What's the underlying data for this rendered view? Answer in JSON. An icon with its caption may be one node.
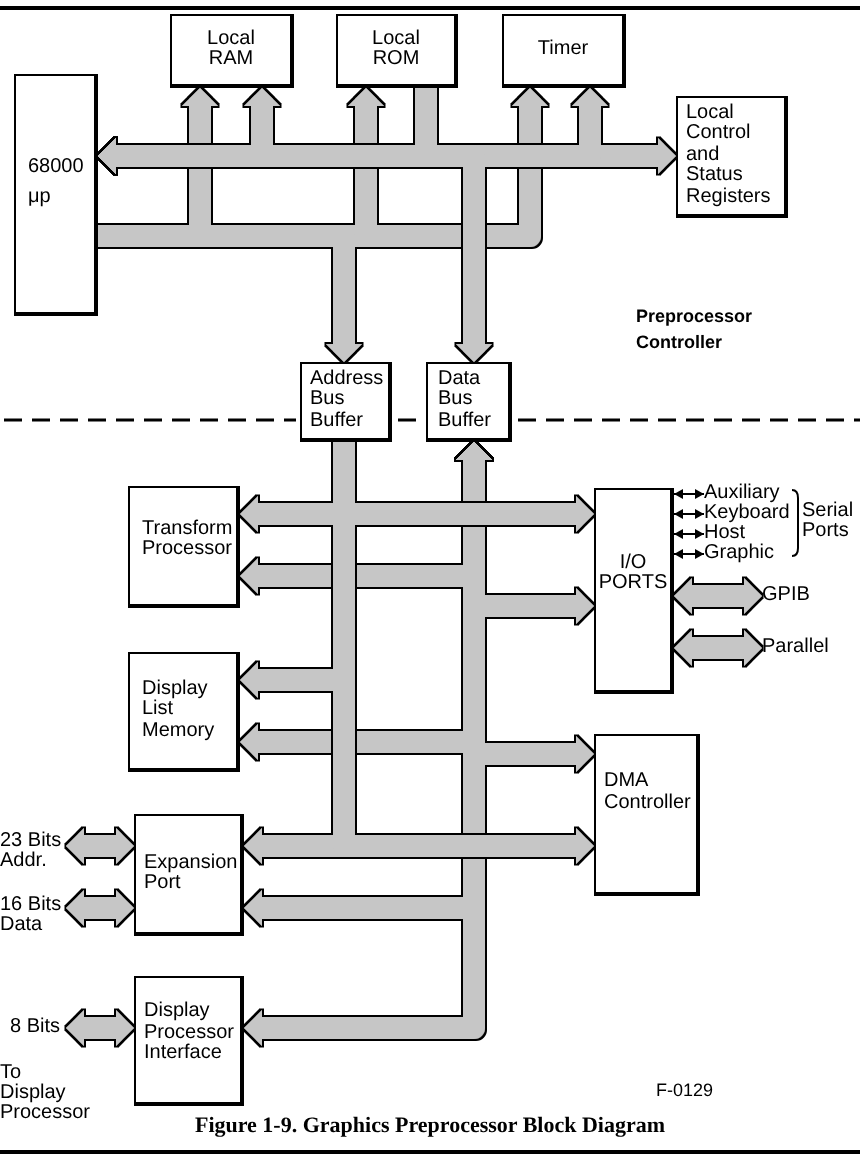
{
  "diagram": {
    "caption": "Figure 1-9. Graphics Preprocessor Block Diagram",
    "nodes": [
      {
        "text": [
          "Local RAM"
        ]
      },
      {
        "text": [
          "Local ROM"
        ]
      },
      {
        "text": [
          "Timer"
        ]
      },
      {
        "text": [
          "68000 μp"
        ]
      },
      {
        "text": [
          "Local Control and Status Registers"
        ]
      },
      {
        "text": [
          "Address Bus Buffer"
        ]
      },
      {
        "text": [
          "Data Bus Buffer"
        ]
      },
      {
        "text": [
          "Transform Processor"
        ]
      },
      {
        "text": [
          "Auxiliary"
        ]
      },
      {
        "text": [
          "Keyboard"
        ]
      },
      {
        "text": [
          "Host"
        ]
      },
      {
        "text": [
          "Graphic"
        ]
      },
      {
        "text": [
          "I/O PORTS"
        ]
      },
      {
        "text": [
          "GPIB"
        ]
      },
      {
        "text": [
          "Parallel"
        ]
      },
      {
        "text": [
          "Display List Memory"
        ]
      },
      {
        "text": [
          "DMA Controller"
        ]
      },
      {
        "text": [
          "23 Bits Addr."
        ]
      },
      {
        "text": [
          "Expansion Port"
        ]
      },
      {
        "text": [
          "16 Bits Data"
        ]
      },
      {
        "text": [
          "8 Bits"
        ]
      },
      {
        "text": [
          "Display Processor Interface"
        ]
      }
    ],
    "edges": [
      {
        "from": 3,
        "to": 0,
        "arrow": "to"
      },
      {
        "from": 3,
        "to": 1,
        "arrow": "to"
      },
      {
        "from": 3,
        "to": 2,
        "arrow": "to"
      },
      {
        "from": 3,
        "to": 5,
        "arrow": "to"
      },
      {
        "from": 3,
        "to": 4,
        "arrow": "both"
      },
      {
        "from": 3,
        "to": 0,
        "arrow": "both"
      },
      {
        "from": 1,
        "to": 3,
        "arrow": "to"
      },
      {
        "from": 3,
        "to": 2,
        "arrow": "both"
      },
      {
        "from": 3,
        "to": 6,
        "arrow": "both"
      },
      {
        "from": 5,
        "to": 7,
        "arrow": "to"
      },
      {
        "from": 5,
        "to": 12,
        "arrow": "to"
      },
      {
        "from": 5,
        "to": 15,
        "arrow": "to"
      },
      {
        "from": 5,
        "to": 18,
        "arrow": "to"
      },
      {
        "from": 5,
        "to": 16,
        "arrow": "to"
      },
      {
        "from": 6,
        "to": 7,
        "arrow": "both"
      },
      {
        "from": 6,
        "to": 12,
        "arrow": "both"
      },
      {
        "from": 6,
        "to": 15,
        "arrow": "both"
      },
      {
        "from": 6,
        "to": 16,
        "arrow": "both"
      },
      {
        "from": 6,
        "to": 18,
        "arrow": "both"
      },
      {
        "from": 6,
        "to": 21,
        "arrow": "both"
      },
      {
        "from": 17,
        "to": 18,
        "arrow": "both"
      },
      {
        "from": 19,
        "to": 18,
        "arrow": "both"
      },
      {
        "from": 20,
        "to": 21,
        "arrow": "both"
      },
      {
        "from": 12,
        "to": 13,
        "arrow": "both"
      },
      {
        "from": 12,
        "to": 14,
        "arrow": "both"
      },
      {
        "from": 12,
        "to": 8,
        "arrow": "both",
        "color": "#000000"
      },
      {
        "from": 12,
        "to": 9,
        "arrow": "both",
        "color": "#000000"
      },
      {
        "from": 12,
        "to": 10,
        "arrow": "both",
        "color": "#000000"
      },
      {
        "from": 12,
        "to": 11,
        "arrow": "both",
        "color": "#000000"
      }
    ],
    "labels": [
      "Preprocessor Controller",
      "Serial Ports",
      "To Display Processor",
      "F-0129"
    ]
  }
}
